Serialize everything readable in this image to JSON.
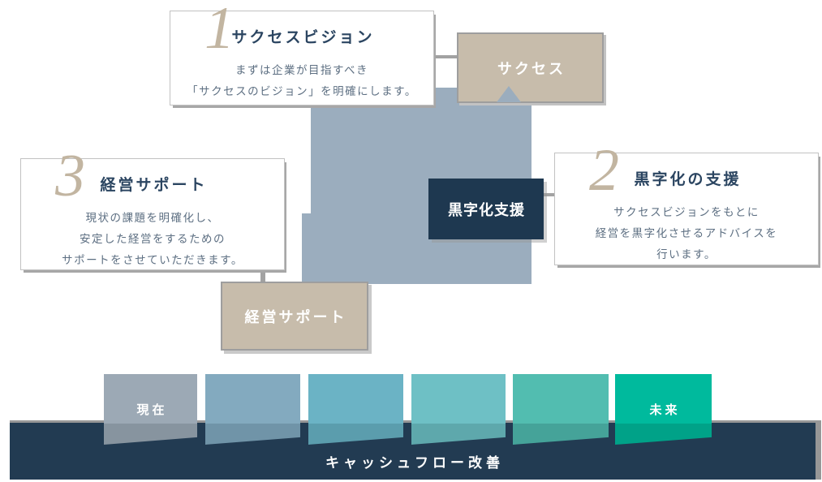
{
  "colors": {
    "arrow_blue": "#9badbe",
    "navy_bar": "#223b52",
    "navy_box": "#1e3850",
    "beige_box": "#c7bcab",
    "connector_gray": "#a2a2a2"
  },
  "cards": [
    {
      "number": "1",
      "title": "サクセスビジョン",
      "lines": [
        "まずは企業が目指すべき",
        "「サクセスのビジョン」を明確にします。"
      ]
    },
    {
      "number": "2",
      "title": "黒字化の支援",
      "lines": [
        "サクセスビジョンをもとに",
        "経営を黒字化させるアドバイスを",
        "行います。"
      ]
    },
    {
      "number": "3",
      "title": "経営サポート",
      "lines": [
        "現状の課題を明確化し、",
        "安定した経営をするための",
        "サポートをさせていただきます。"
      ]
    }
  ],
  "boxes": {
    "success": "サクセス",
    "profit_support": "黒字化支援",
    "management_support": "経営サポート"
  },
  "timeline": {
    "banner": "キャッシュフロー改善",
    "bars": [
      {
        "label": "現在",
        "color": "#9ca9b5",
        "fold_color": "#87949f"
      },
      {
        "label": "",
        "color": "#83aabf",
        "fold_color": "#7094a8"
      },
      {
        "label": "",
        "color": "#6bb3c5",
        "fold_color": "#5b9dad"
      },
      {
        "label": "",
        "color": "#6ec0c5",
        "fold_color": "#5ea8ac"
      },
      {
        "label": "",
        "color": "#52bdb0",
        "fold_color": "#45a399"
      },
      {
        "label": "未来",
        "color": "#00ba9d",
        "fold_color": "#00a288"
      }
    ]
  }
}
